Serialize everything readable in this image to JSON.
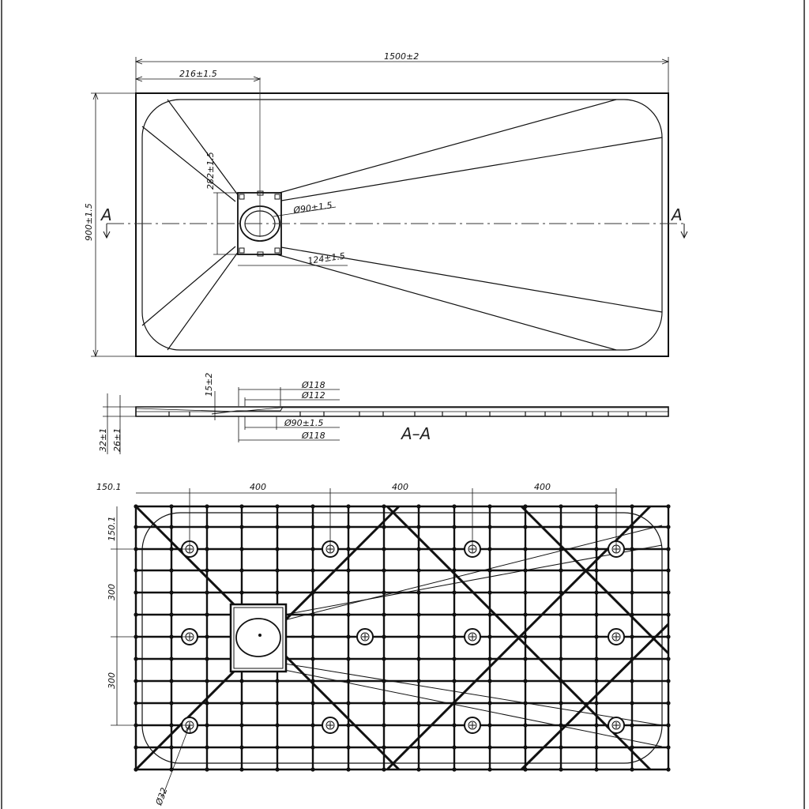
{
  "title": "",
  "top_view": {
    "overall_length": "1500±2",
    "drain_offset": "216±1.5",
    "overall_width": "900±1.5",
    "drain_box_height": "282±1.5",
    "drain_box_width": "124±1.5",
    "drain_hole": "Ø90±1.5",
    "section_mark": "A"
  },
  "section_view": {
    "depth_label": "15±2",
    "outer_diameter_top": "Ø118",
    "inner_diameter": "Ø112",
    "drain_hole": "Ø90±1.5",
    "outer_diameter_bottom": "Ø118",
    "total_height": "32±1",
    "base_height": "26±1",
    "section_label": "A–A"
  },
  "bottom_view": {
    "edge_offset_x": "150.1",
    "spacing_1": "400",
    "spacing_2": "400",
    "spacing_3": "400",
    "edge_offset_y": "150.1",
    "row_spacing_1": "300",
    "row_spacing_2": "300",
    "foot_diameter": "Ø32"
  }
}
